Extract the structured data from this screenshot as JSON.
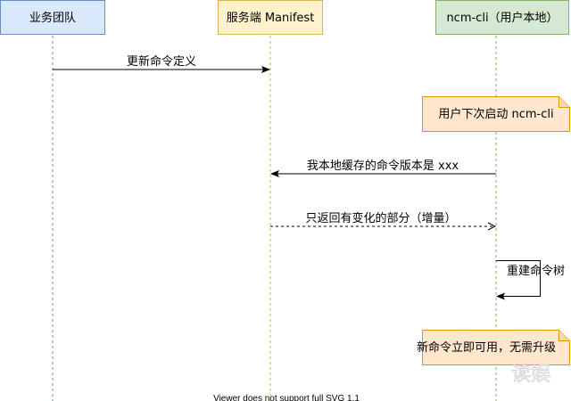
{
  "diagram": {
    "type": "sequence",
    "participants": [
      {
        "id": "team",
        "label": "业务团队",
        "fill": "#dae8fc",
        "stroke": "#6c8ebf"
      },
      {
        "id": "server",
        "label": "服务端 Manifest",
        "fill": "#fff2cc",
        "stroke": "#d6b656"
      },
      {
        "id": "cli",
        "label": "ncm-cli（用户本地）",
        "fill": "#d5e8d4",
        "stroke": "#82b366"
      }
    ],
    "messages": [
      {
        "from": "team",
        "to": "server",
        "label": "更新命令定义",
        "style": "solid"
      },
      {
        "from": "cli",
        "to": "server",
        "label": "我本地缓存的命令版本是 xxx",
        "style": "solid"
      },
      {
        "from": "server",
        "to": "cli",
        "label": "只返回有变化的部分（增量）",
        "style": "dashed"
      },
      {
        "from": "cli",
        "to": "cli",
        "label": "重建命令树",
        "style": "self"
      }
    ],
    "notes": [
      {
        "over": "cli",
        "label": "用户下次启动 ncm-cli",
        "fill": "#ffe6cc",
        "stroke": "#d79b00"
      },
      {
        "over": "cli",
        "label": "新命令立即可用，无需升级",
        "fill": "#ffe6cc",
        "stroke": "#d79b00"
      }
    ],
    "footer": "Viewer does not support full SVG 1.1",
    "watermark": "读娱"
  }
}
